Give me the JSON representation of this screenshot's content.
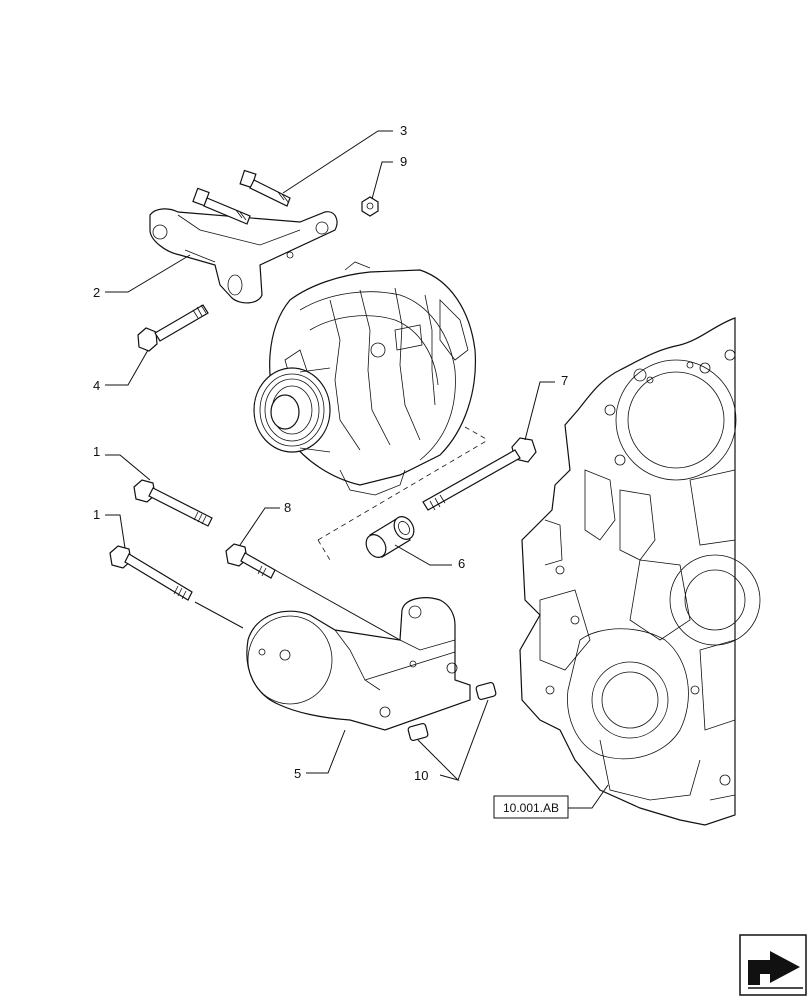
{
  "callouts": {
    "c1a": "1",
    "c1b": "1",
    "c2": "2",
    "c3": "3",
    "c4": "4",
    "c5": "5",
    "c6": "6",
    "c7": "7",
    "c8": "8",
    "c9": "9",
    "c10": "10"
  },
  "reference": {
    "label": "10.001.AB"
  },
  "icons": {
    "nav": "arrow-navigation-icon"
  }
}
